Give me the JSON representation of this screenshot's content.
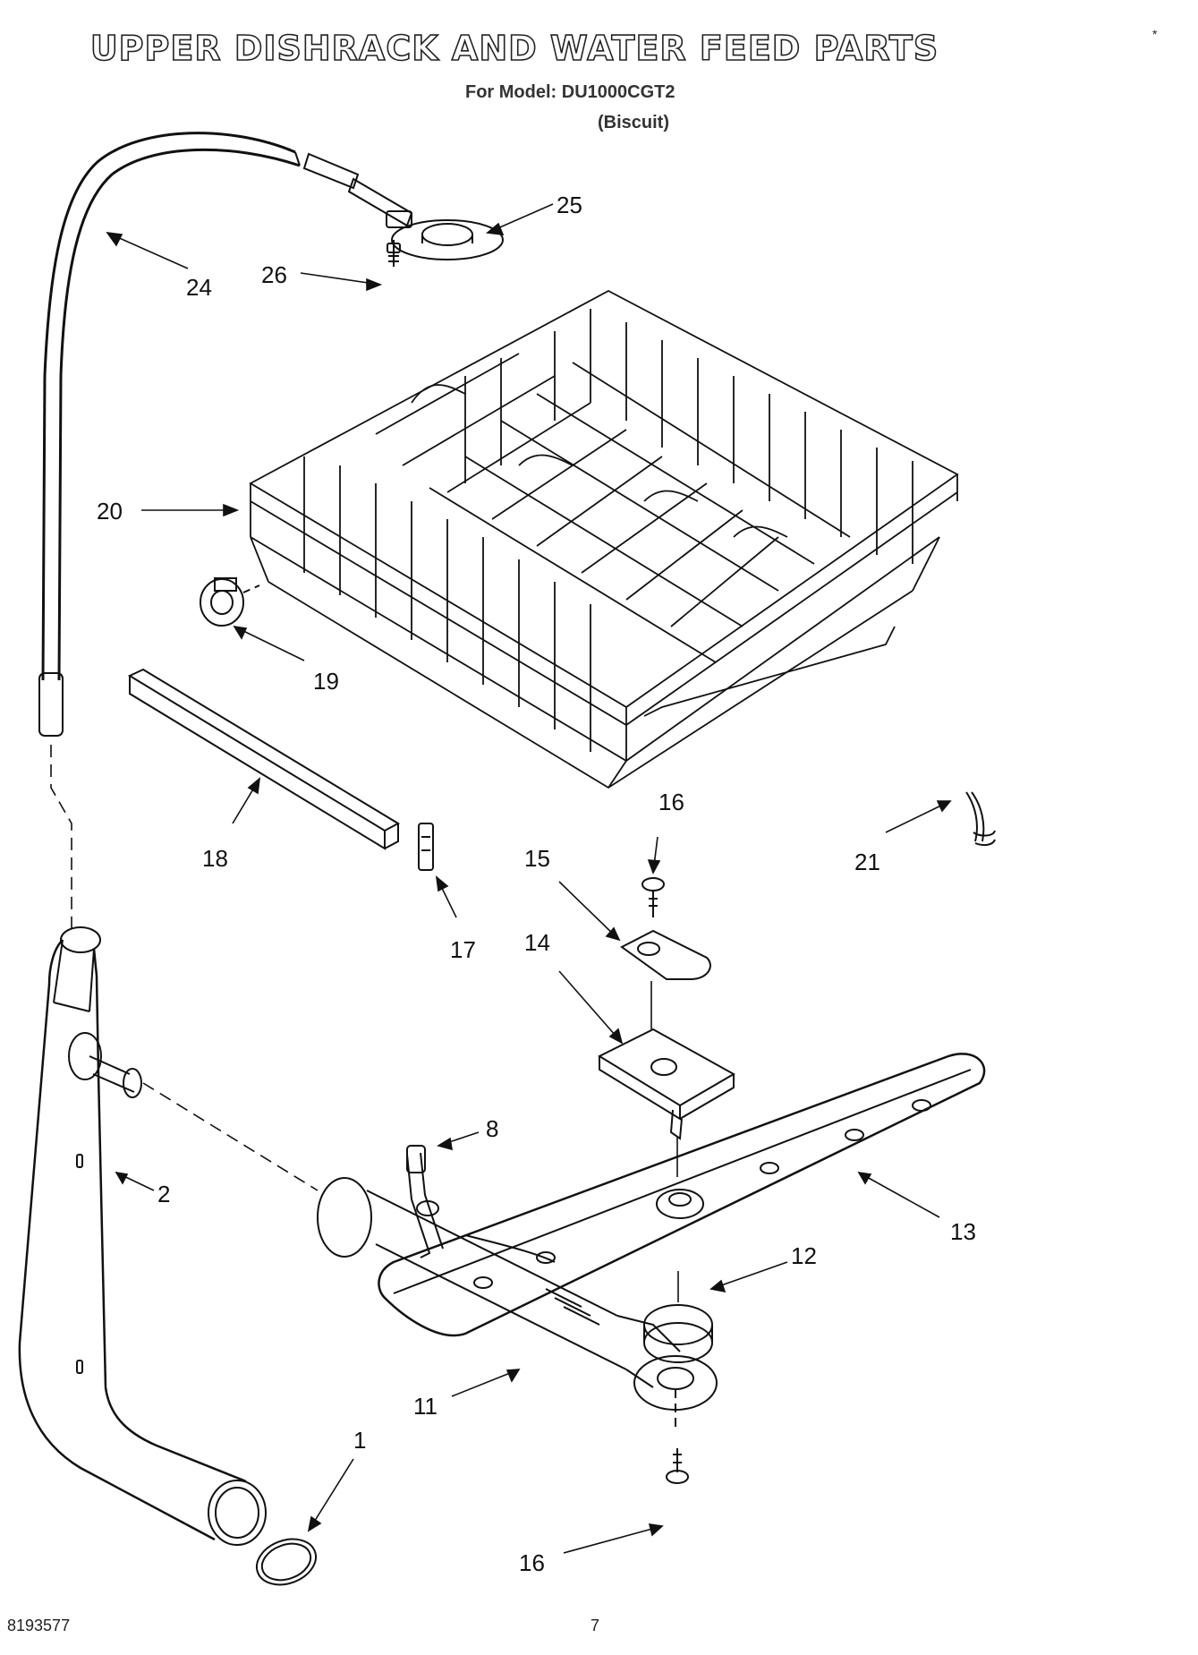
{
  "header": {
    "title": "UPPER DISHRACK AND WATER FEED PARTS",
    "model_line": "For Model: DU1000CGT2",
    "variant": "(Biscuit)",
    "corner_mark": "*"
  },
  "callouts": {
    "c1": "1",
    "c2": "2",
    "c8": "8",
    "c11": "11",
    "c12": "12",
    "c13": "13",
    "c14": "14",
    "c15": "15",
    "c16a": "16",
    "c16b": "16",
    "c17": "17",
    "c18": "18",
    "c19": "19",
    "c20": "20",
    "c21": "21",
    "c24": "24",
    "c25": "25",
    "c26": "26"
  },
  "footer": {
    "doc_number": "8193577",
    "page_number": "7"
  }
}
